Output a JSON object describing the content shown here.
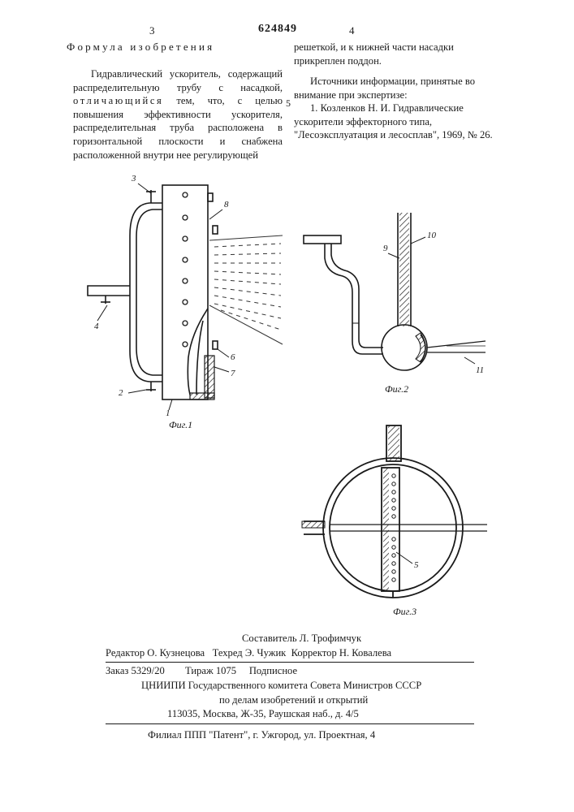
{
  "header": {
    "page_left": "3",
    "page_right": "4",
    "patent_number": "624849"
  },
  "claim": {
    "heading": "Формула изобретения",
    "intro": "Гидравлический ускоритель, содержащий распределительную трубу с насадкой,",
    "spaced": "отличающийся",
    "rest": "тем, что, с целью повышения эффективности ускорителя, распределительная труба расположена в горизонтальной плоскости и снабжена расположенной внутри нее регулирующей",
    "continuation": "решеткой, и к нижней части насадки прикреплен поддон."
  },
  "line_number": "5",
  "sources": {
    "title": "Источники информации, принятые во внимание при экспертизе:",
    "item": "1. Козленков Н. И. Гидравлические ускорители эффекторного типа, \"Лесоэксплуатация и лесосплав\", 1969, № 26."
  },
  "figures": {
    "fig1": {
      "caption": "Фиг.1",
      "labels": [
        "1",
        "2",
        "3",
        "4",
        "6",
        "7",
        "8"
      ]
    },
    "fig2": {
      "caption": "Фиг.2",
      "labels": [
        "9",
        "10",
        "11"
      ]
    },
    "fig3": {
      "caption": "Фиг.3",
      "labels": [
        "5"
      ]
    }
  },
  "imprint": {
    "compiler": "Составитель Л. Трофимчук",
    "editor": "Редактор О. Кузнецова",
    "techred": "Техред Э. Чужик",
    "corrector": "Корректор Н. Ковалева",
    "order": "Заказ 5329/20",
    "circulation": "Тираж 1075",
    "subscription": "Подписное",
    "org_line1": "ЦНИИПИ Государственного комитета Совета Министров СССР",
    "org_line2": "по делам изобретений и открытий",
    "org_line3": "113035, Москва, Ж-35, Раушская наб., д. 4/5",
    "branch": "Филиал ППП \"Патент\", г. Ужгород, ул. Проектная, 4"
  }
}
